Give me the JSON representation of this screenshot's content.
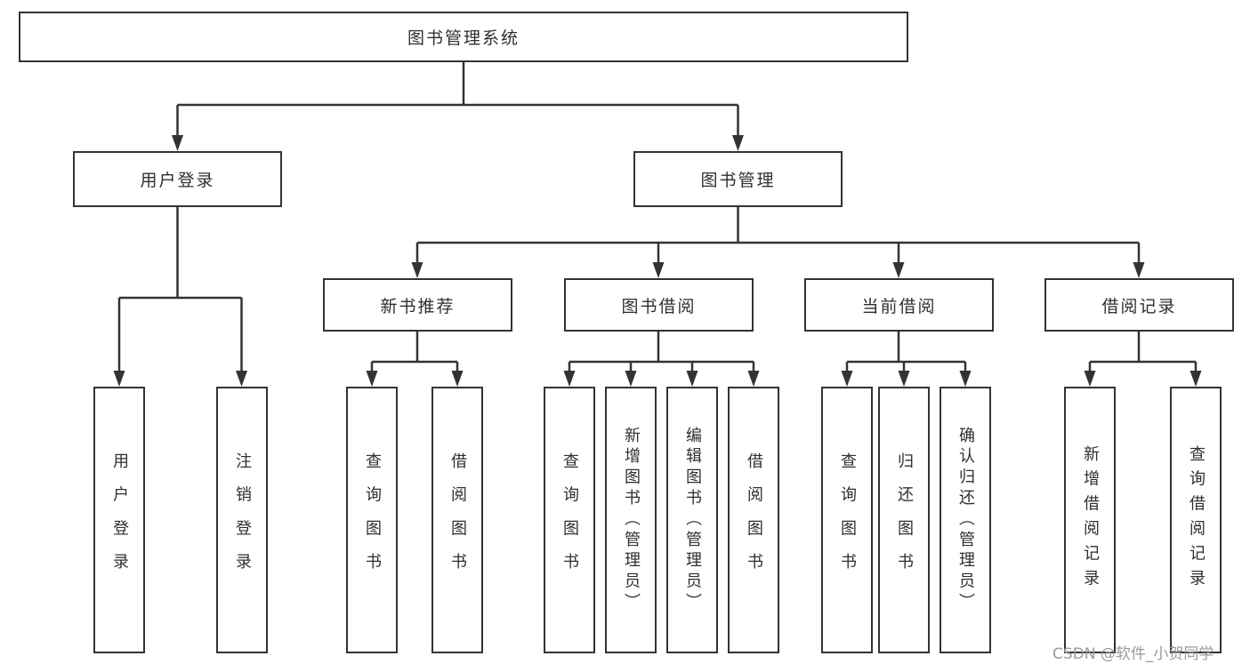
{
  "colors": {
    "line": "#333333",
    "box_border": "#333333",
    "text": "#2f2f2f",
    "watermark": "#9b9b9b",
    "background": "#ffffff"
  },
  "watermark": {
    "text": "CSDN @软件_小贺同学"
  },
  "tree": {
    "label": "图书管理系统",
    "children": [
      {
        "label": "用户登录",
        "children": [
          {
            "label": "用户登录"
          },
          {
            "label": "注销登录"
          }
        ]
      },
      {
        "label": "图书管理",
        "children": [
          {
            "label": "新书推荐",
            "children": [
              {
                "label": "查询图书"
              },
              {
                "label": "借阅图书"
              }
            ]
          },
          {
            "label": "图书借阅",
            "children": [
              {
                "label": "查询图书"
              },
              {
                "label": "新增图书（管理员）"
              },
              {
                "label": "编辑图书（管理员）"
              },
              {
                "label": "借阅图书"
              }
            ]
          },
          {
            "label": "当前借阅",
            "children": [
              {
                "label": "查询图书"
              },
              {
                "label": "归还图书"
              },
              {
                "label": "确认归还（管理员）"
              }
            ]
          },
          {
            "label": "借阅记录",
            "children": [
              {
                "label": "新增借阅记录"
              },
              {
                "label": "查询借阅记录"
              }
            ]
          }
        ]
      }
    ]
  }
}
